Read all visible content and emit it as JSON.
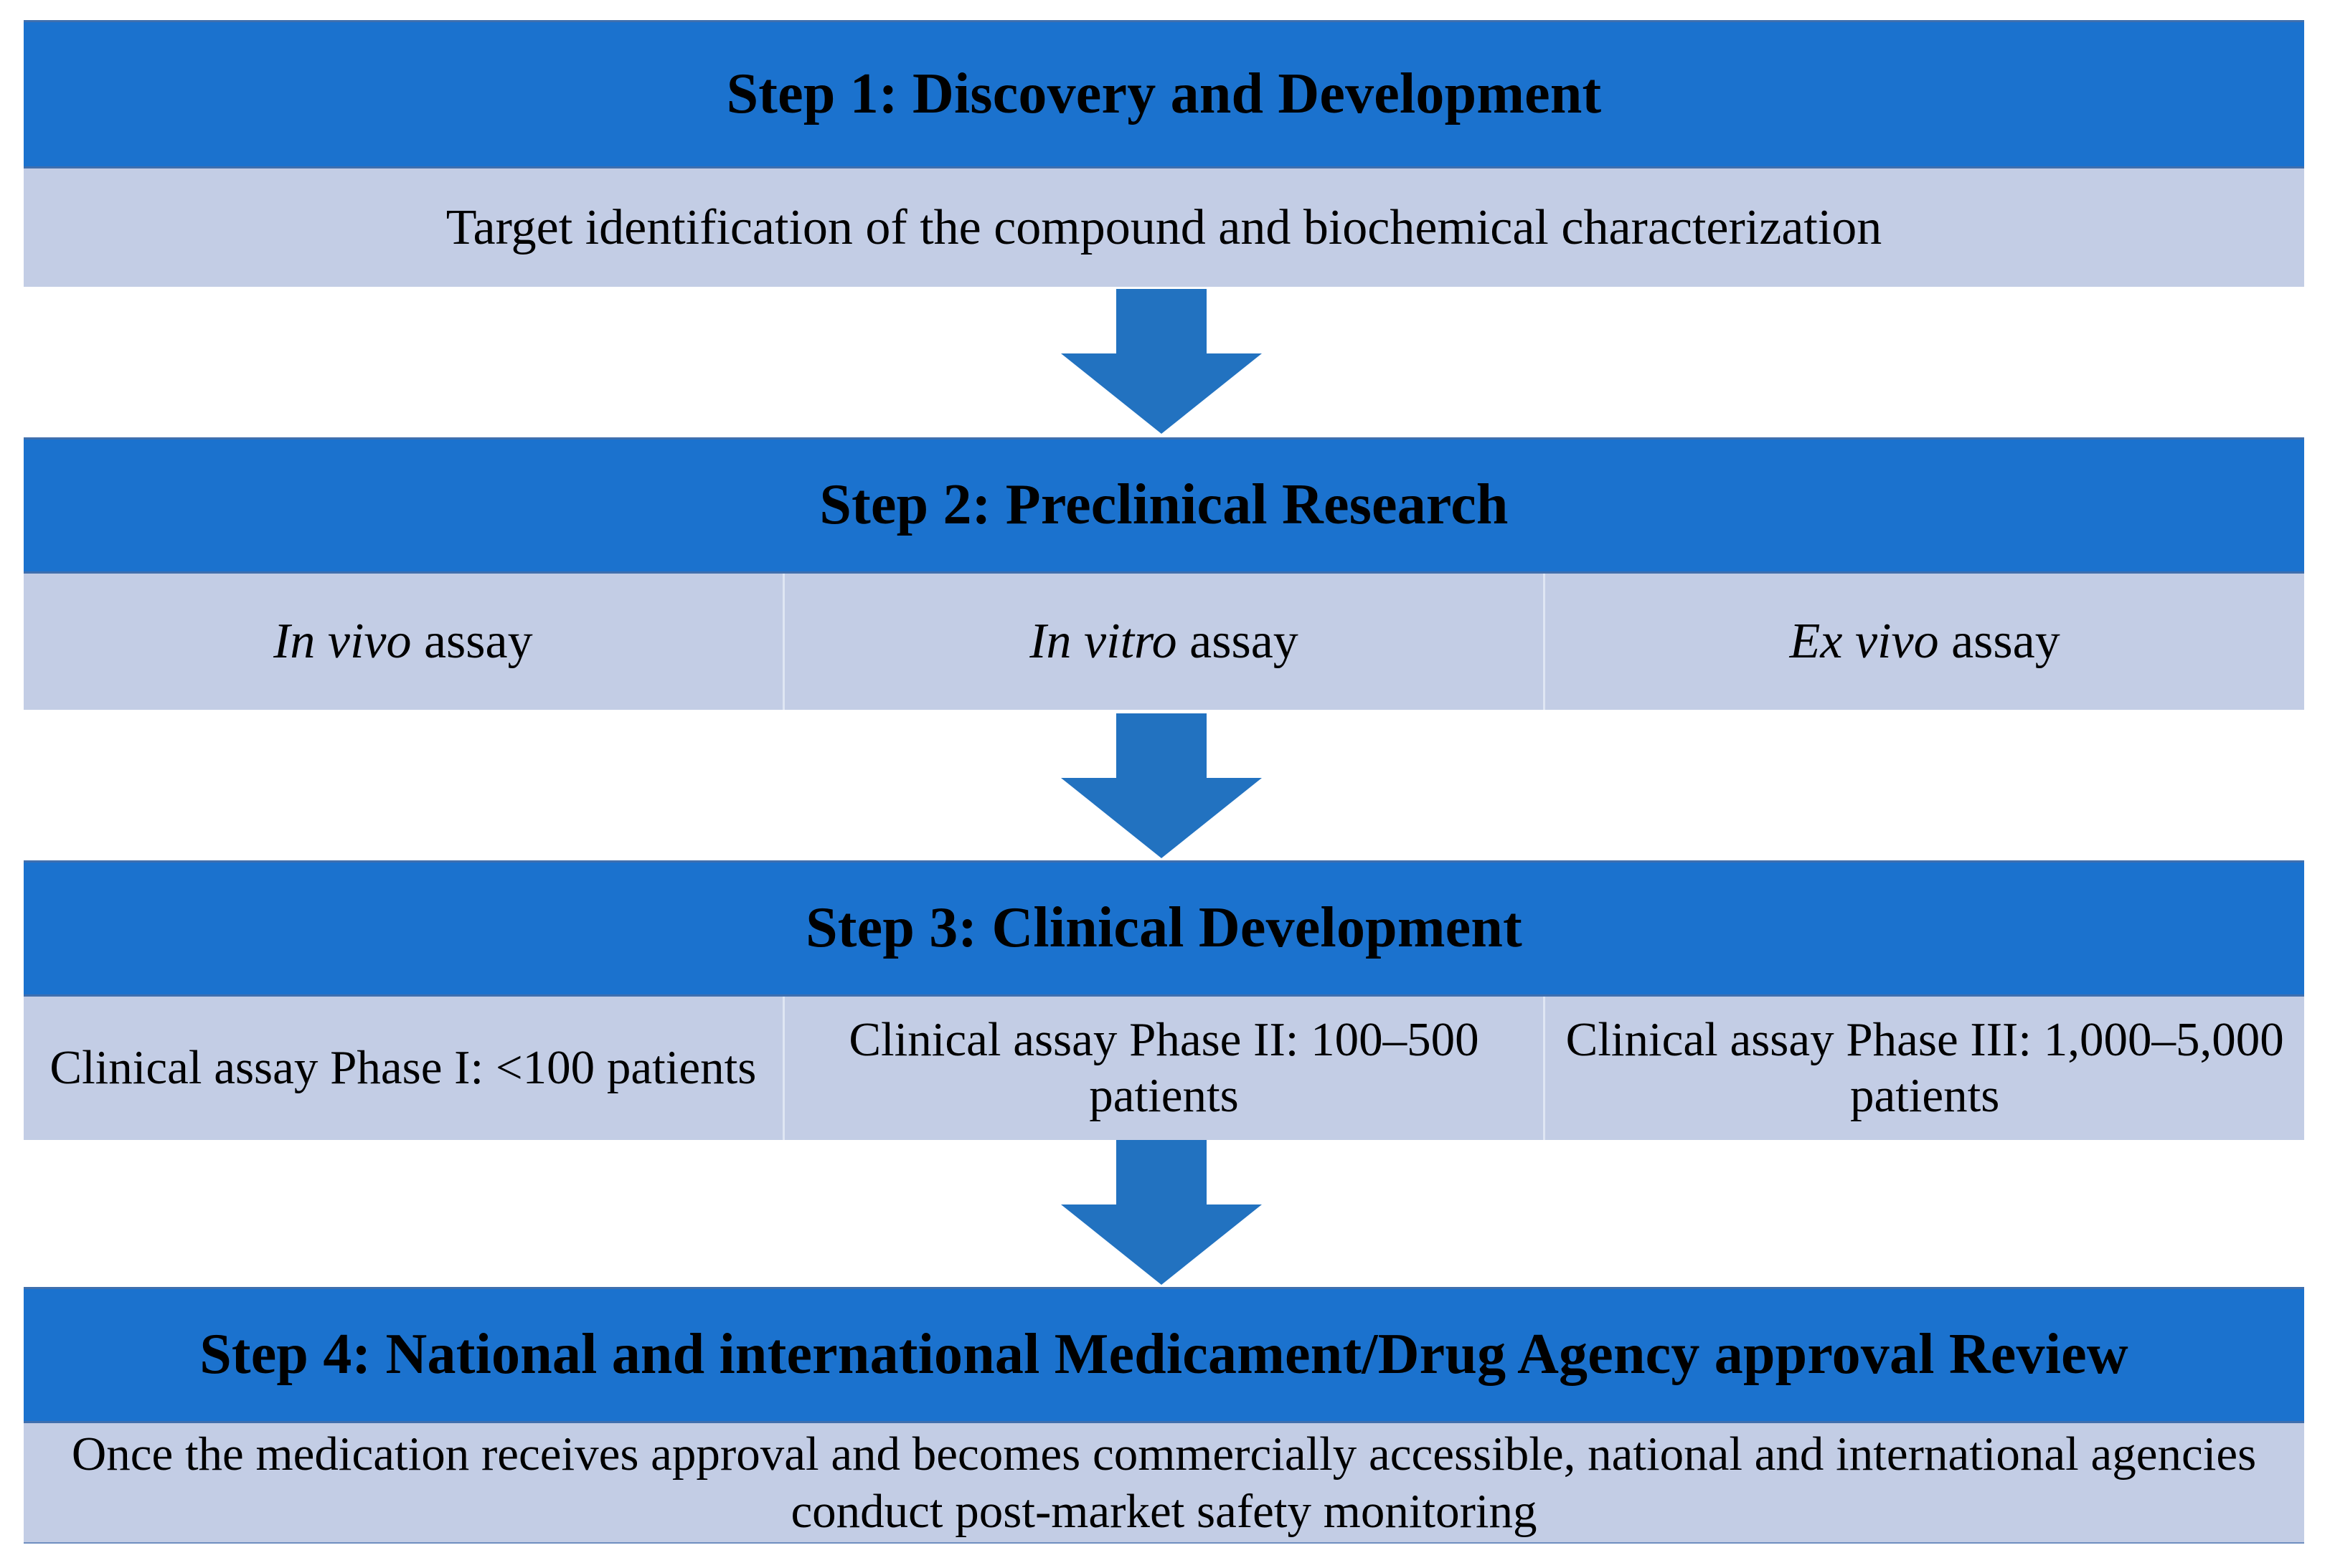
{
  "figure": {
    "title": "Drug discovery and development pipeline flowchart",
    "colors": {
      "header_blue": "#1B72CE",
      "body_light_blue": "#C3CDE5",
      "arrow_blue": "#2272C0",
      "text": "#000000"
    }
  },
  "steps": [
    {
      "header": "Step 1: Discovery and Development",
      "cells": [
        "Target identification of the compound and biochemical characterization"
      ]
    },
    {
      "header": "Step 2: Preclinical Research",
      "cells_rich": [
        {
          "italic": "In vivo",
          "rest": " assay"
        },
        {
          "italic": "In vitro",
          "rest": " assay"
        },
        {
          "italic": "Ex vivo",
          "rest": " assay"
        }
      ]
    },
    {
      "header": "Step 3: Clinical Development",
      "cells": [
        "Clinical assay Phase I: <100 patients",
        "Clinical assay Phase II: 100–500 patients",
        "Clinical assay Phase III: 1,000–5,000 patients"
      ]
    },
    {
      "header": "Step 4: National and international Medicament/Drug Agency approval Review",
      "cells": [
        "Once the medication receives approval and becomes commercially accessible, national and international agencies conduct post-market safety monitoring"
      ]
    }
  ],
  "arrows": [
    {
      "name": "arrow-step1-to-step2",
      "direction": "down"
    },
    {
      "name": "arrow-step2-to-step3",
      "direction": "down"
    },
    {
      "name": "arrow-step3-to-step4",
      "direction": "down"
    }
  ]
}
